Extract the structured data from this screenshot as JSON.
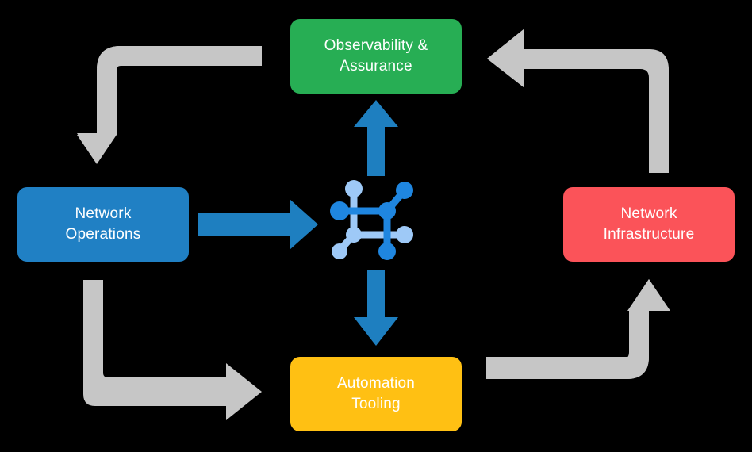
{
  "diagram": {
    "title": "Network automation lifecycle cycle",
    "type": "cyclic-flow",
    "background_color": "#000000",
    "nodes": [
      {
        "id": "observability",
        "label": "Observability &\nAssurance",
        "color": "#27ae54",
        "position": "top"
      },
      {
        "id": "operations",
        "label": "Network\nOperations",
        "color": "#2080c4",
        "position": "left"
      },
      {
        "id": "infrastructure",
        "label": "Network\nInfrastructure",
        "color": "#fb5359",
        "position": "right"
      },
      {
        "id": "automation",
        "label": "Automation\nTooling",
        "color": "#ffc013",
        "position": "bottom"
      }
    ],
    "center": {
      "icon_name": "network-topology-icon",
      "color_primary": "#1f86e0",
      "color_secondary": "#9ec9f7"
    },
    "connectors": {
      "cycle_color": "#c6c6c6",
      "hub_color": "#1e7fc0",
      "cycle_edges": [
        {
          "id": "observability-to-operations",
          "from": "observability",
          "to": "operations",
          "corner": "top-left"
        },
        {
          "id": "operations-to-automation",
          "from": "operations",
          "to": "automation",
          "corner": "bottom-left"
        },
        {
          "id": "automation-to-infrastructure",
          "from": "automation",
          "to": "infrastructure",
          "corner": "bottom-right"
        },
        {
          "id": "infrastructure-to-observability",
          "from": "infrastructure",
          "to": "observability",
          "corner": "top-right"
        }
      ],
      "hub_edges": [
        {
          "id": "center-to-observability",
          "direction": "up"
        },
        {
          "id": "operations-to-center",
          "direction": "right"
        },
        {
          "id": "center-to-automation",
          "direction": "down"
        }
      ]
    }
  }
}
